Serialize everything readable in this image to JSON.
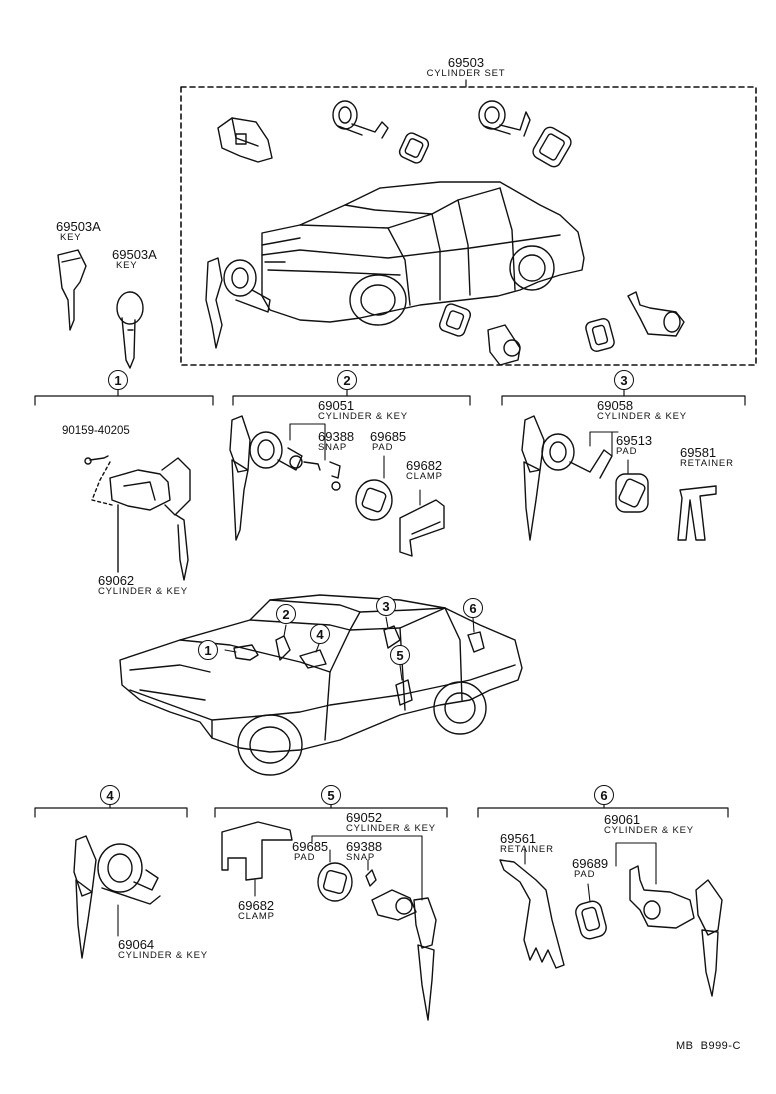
{
  "cylinder_set": {
    "number": "69503",
    "name": "CYLINDER SET"
  },
  "key_a": {
    "number": "69503A",
    "name": "KEY"
  },
  "key_b": {
    "number": "69503A",
    "name": "KEY"
  },
  "section_1": {
    "index": "1",
    "screw": "90159-40205",
    "cylinder": {
      "number": "69062",
      "name": "CYLINDER & KEY"
    }
  },
  "section_2": {
    "index": "2",
    "cylinder": {
      "number": "69051",
      "name": "CYLINDER & KEY"
    },
    "snap": {
      "number": "69388",
      "name": "SNAP"
    },
    "pad": {
      "number": "69685",
      "name": "PAD"
    },
    "clamp": {
      "number": "69682",
      "name": "CLAMP"
    }
  },
  "section_3": {
    "index": "3",
    "cylinder": {
      "number": "69058",
      "name": "CYLINDER & KEY"
    },
    "pad": {
      "number": "69513",
      "name": "PAD"
    },
    "retainer": {
      "number": "69581",
      "name": "RETAINER"
    }
  },
  "section_4": {
    "index": "4",
    "cylinder": {
      "number": "69064",
      "name": "CYLINDER & KEY"
    }
  },
  "section_5": {
    "index": "5",
    "cylinder": {
      "number": "69052",
      "name": "CYLINDER & KEY"
    },
    "pad": {
      "number": "69685",
      "name": "PAD"
    },
    "snap": {
      "number": "69388",
      "name": "SNAP"
    },
    "clamp": {
      "number": "69682",
      "name": "CLAMP"
    }
  },
  "section_6": {
    "index": "6",
    "cylinder": {
      "number": "69061",
      "name": "CYLINDER & KEY"
    },
    "retainer": {
      "number": "69561",
      "name": "RETAINER"
    },
    "pad": {
      "number": "69689",
      "name": "PAD"
    }
  },
  "car_callouts": [
    "1",
    "2",
    "3",
    "4",
    "5",
    "6"
  ],
  "drawing_code": "MB  B999-C",
  "colors": {
    "ink": "#111111",
    "paper": "#ffffff"
  }
}
